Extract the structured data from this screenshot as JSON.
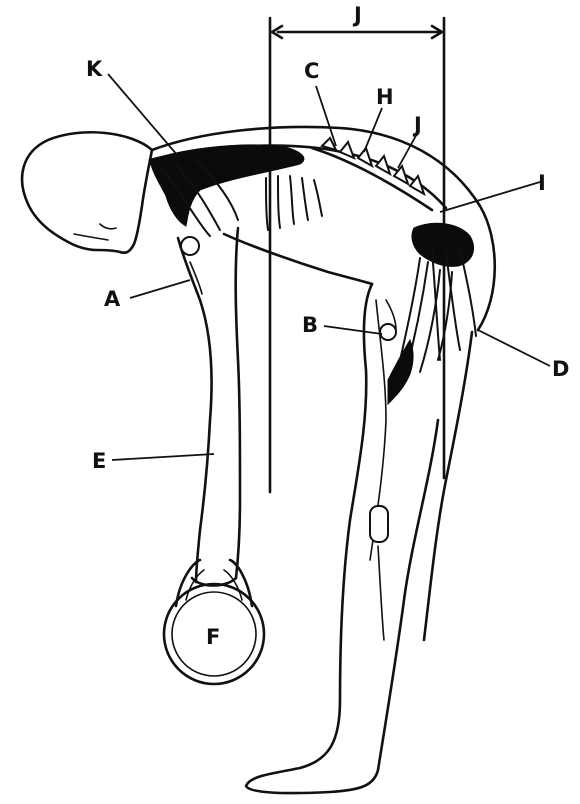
{
  "labels": {
    "J": "J",
    "C": "C",
    "H": "H",
    "J2": "J",
    "K": "K",
    "I": "I",
    "A": "A",
    "B": "B",
    "D": "D",
    "E": "E",
    "F": "F"
  },
  "colors": {
    "ink": "#111111",
    "muscle": "#0b0b0b",
    "paper": "#ffffff"
  }
}
